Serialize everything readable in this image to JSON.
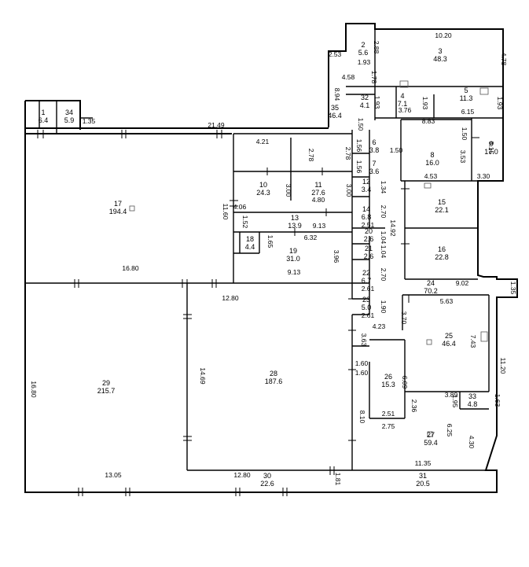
{
  "rooms": [
    {
      "num": "1",
      "area": "6.4"
    },
    {
      "num": "34",
      "area": "5.9"
    },
    {
      "num": "2",
      "area": "5.6"
    },
    {
      "num": "3",
      "area": "48.3"
    },
    {
      "num": "4",
      "area": "7.1"
    },
    {
      "num": "5",
      "area": "11.3"
    },
    {
      "num": "32",
      "area": "4.1"
    },
    {
      "num": "35",
      "area": "46.4"
    },
    {
      "num": "6",
      "area": "3.8"
    },
    {
      "num": "7",
      "area": "3.6"
    },
    {
      "num": "8",
      "area": "16.0"
    },
    {
      "num": "9",
      "area": "17.0"
    },
    {
      "num": "10",
      "area": "24.3"
    },
    {
      "num": "11",
      "area": "27.6"
    },
    {
      "num": "12",
      "area": "3.4"
    },
    {
      "num": "13",
      "area": "13.9"
    },
    {
      "num": "14",
      "area": "6.8"
    },
    {
      "num": "15",
      "area": "22.1"
    },
    {
      "num": "16",
      "area": "22.8"
    },
    {
      "num": "17",
      "area": "194.4"
    },
    {
      "num": "18",
      "area": "4.4"
    },
    {
      "num": "19",
      "area": "31.0"
    },
    {
      "num": "20",
      "area": "2.6"
    },
    {
      "num": "21",
      "area": "2.6"
    },
    {
      "num": "22",
      "area": "6.7"
    },
    {
      "num": "23",
      "area": "5.0"
    },
    {
      "num": "24",
      "area": "70.2"
    },
    {
      "num": "25",
      "area": "46.4"
    },
    {
      "num": "26",
      "area": "15.3"
    },
    {
      "num": "27",
      "area": "59.4"
    },
    {
      "num": "28",
      "area": "187.6"
    },
    {
      "num": "29",
      "area": "215.7"
    },
    {
      "num": "30",
      "area": "22.6"
    },
    {
      "num": "31",
      "area": "20.5"
    },
    {
      "num": "33",
      "area": "4.8"
    }
  ],
  "dimensions": [
    "10.20",
    "2.53",
    "1.93",
    "2.88",
    "4.78",
    "4.58",
    "1.78",
    "8.94",
    "1.93",
    "3.76",
    "1.93",
    "6.15",
    "1.93",
    "8.83",
    "1.50",
    "1.35",
    "21.49",
    "4.21",
    "2.78",
    "2.78",
    "1.56",
    "1.56",
    "1.50",
    "1.50",
    "3.53",
    "5.15",
    "4.53",
    "3.30",
    "3.00",
    "3.00",
    "4.80",
    "1.34",
    "11.60",
    "4.06",
    "1.52",
    "9.13",
    "2.70",
    "14.92",
    "2.51",
    "6.32",
    "1.65",
    "3.96",
    "1.04",
    "1.04",
    "16.80",
    "9.13",
    "2.70",
    "2.61",
    "9.02",
    "1.35",
    "12.80",
    "5.63",
    "1.90",
    "2.61",
    "3.70",
    "4.23",
    "7.43",
    "3.63",
    "11.20",
    "16.80",
    "14.69",
    "1.60",
    "1.60",
    "6.09",
    "3.89",
    "1.95",
    "1.63",
    "2.36",
    "2.51",
    "2.75",
    "8.10",
    "6.25",
    "4.30",
    "11.35",
    "13.05",
    "12.80",
    "1.81"
  ]
}
